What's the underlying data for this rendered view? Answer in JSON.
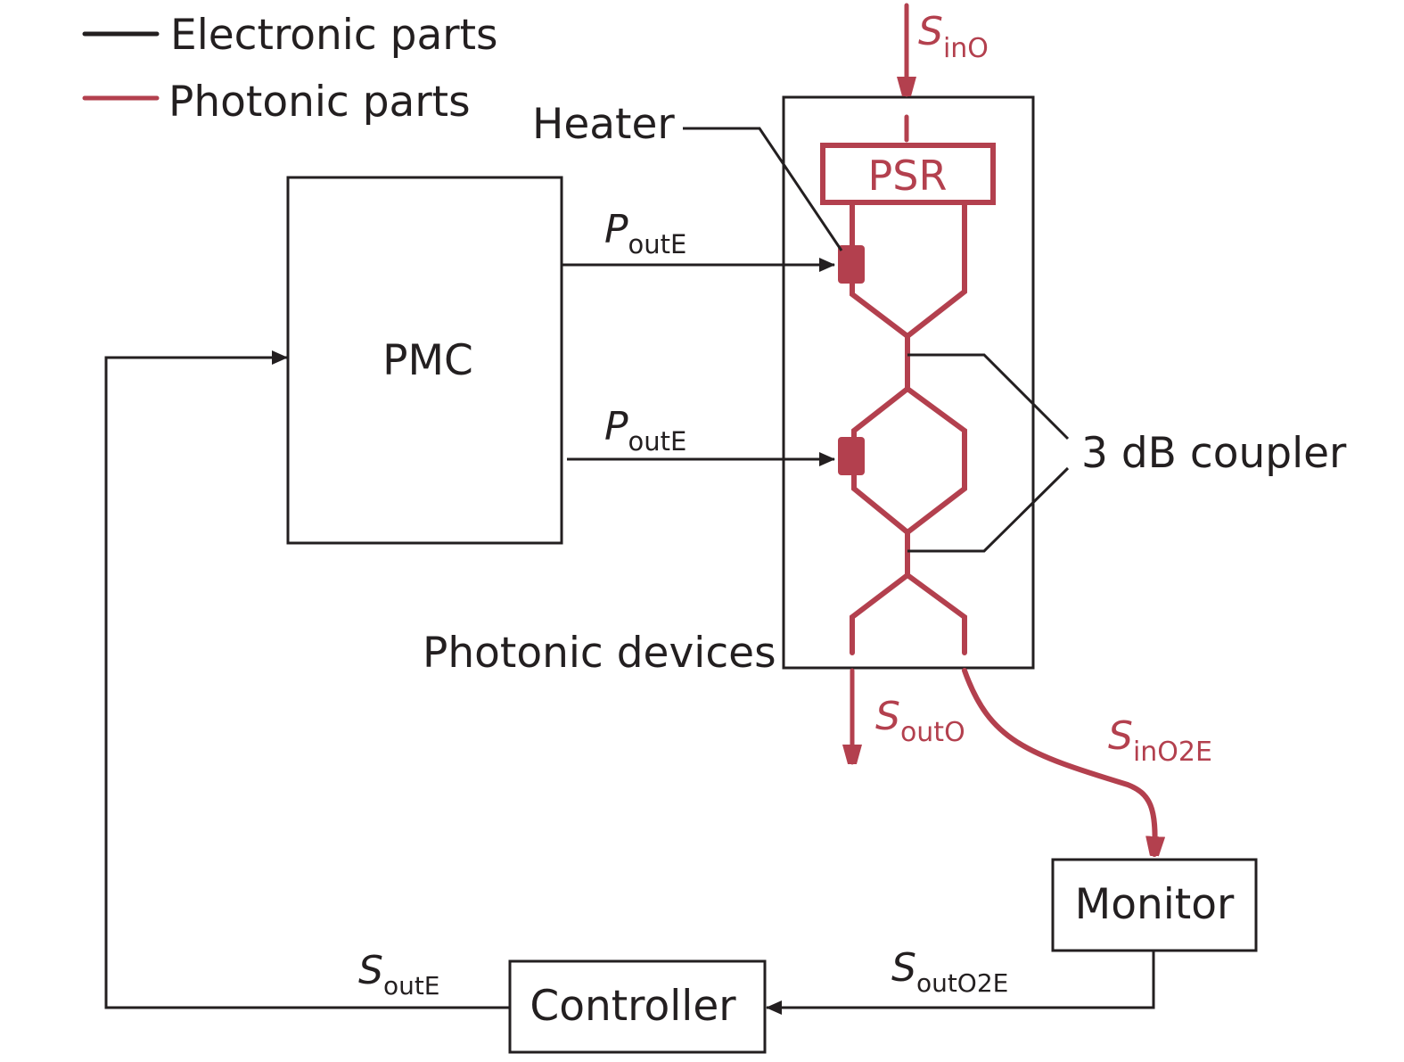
{
  "colors": {
    "electronic": "#231f20",
    "photonic": "#b3404e",
    "background": "#ffffff"
  },
  "legend": {
    "items": [
      {
        "label": "Electronic parts",
        "kind": "electronic"
      },
      {
        "label": "Photonic parts",
        "kind": "photonic"
      }
    ]
  },
  "blocks": {
    "pmc": "PMC",
    "psr": "PSR",
    "monitor": "Monitor",
    "controller": "Controller"
  },
  "annotations": {
    "heater": "Heater",
    "coupler": "3 dB coupler",
    "photonic_devices": "Photonic devices"
  },
  "signals": {
    "s_in_o": {
      "main": "S",
      "sub": "inO"
    },
    "p_out_e_top": {
      "main": "P",
      "sub": "outE"
    },
    "p_out_e_bottom": {
      "main": "P",
      "sub": "outE"
    },
    "s_out_o": {
      "main": "S",
      "sub": "outO"
    },
    "s_in_o2e": {
      "main": "S",
      "sub": "inO2E"
    },
    "s_out_o2e": {
      "main": "S",
      "sub": "outO2E"
    },
    "s_out_e": {
      "main": "S",
      "sub": "outE"
    }
  }
}
